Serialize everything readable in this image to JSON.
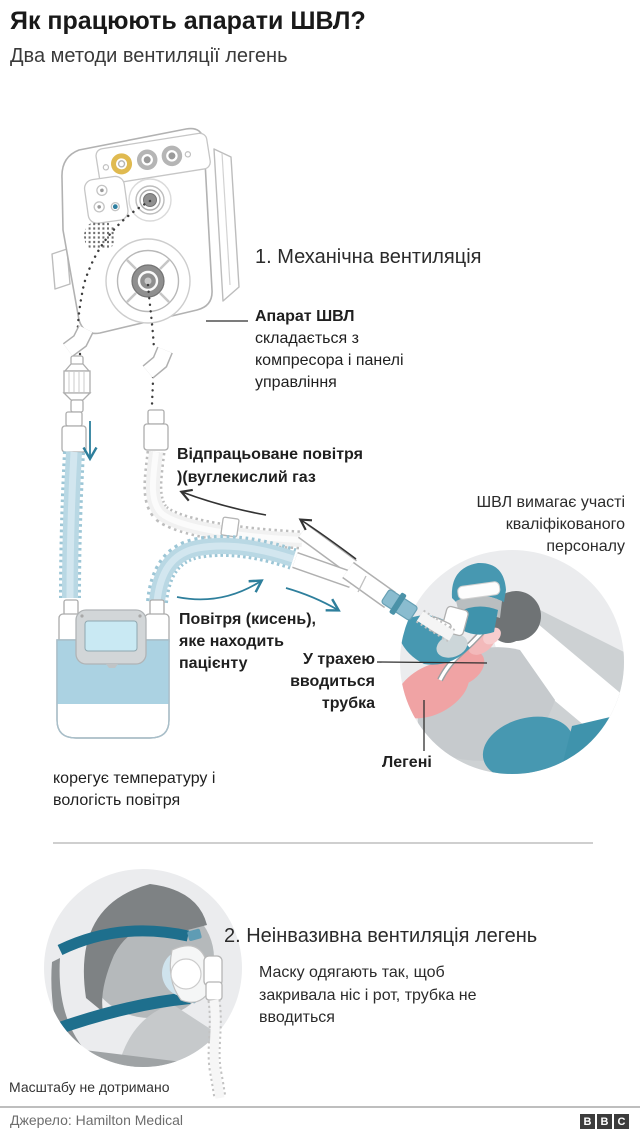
{
  "header": {
    "title": "Як працюють апарати ШВЛ?",
    "subtitle": "Два методи вентиляції легень"
  },
  "section_mechanical": {
    "heading": "1. Механічна вентиляція",
    "machine_label": {
      "title": "Апарат ШВЛ",
      "lines": [
        "складається з",
        "компресора і панелі",
        "управління"
      ]
    },
    "exhaust_label": [
      "Відпрацьоване повітря",
      ")(вуглекислий газ"
    ],
    "staff_label": [
      "ШВЛ вимагає участі",
      "кваліфікованого",
      "персоналу"
    ],
    "oxygen_label": [
      "Повітря (кисень),",
      "яке находить",
      "пацієнту"
    ],
    "trachea_label": [
      "У трахею",
      "вводиться",
      "трубка"
    ],
    "lungs_label": "Легені",
    "humidifier_label": [
      "корегує температуру і",
      "вологість повітря"
    ]
  },
  "section_noninvasive": {
    "heading": "2. Неінвазивна вентиляція легень",
    "mask_label": [
      "Маску одягають так, щоб",
      "закривала ніс і рот, трубка не",
      "вводиться"
    ]
  },
  "scale_note": "Масштабу не дотримано",
  "footer": {
    "source": "Джерело: Hamilton Medical",
    "logo": [
      "B",
      "B",
      "C"
    ]
  },
  "colors": {
    "accent_teal": "#2e7f9c",
    "illustration_teal": "#4798b1",
    "strap_teal": "#1e6f8d",
    "tube_blue": "#b9d8e4",
    "lungs_pink": "#f0a3a4",
    "text": "#1f1f1f",
    "source_gray": "#6d6d6d",
    "logo_gray": "#3c3c3c"
  }
}
